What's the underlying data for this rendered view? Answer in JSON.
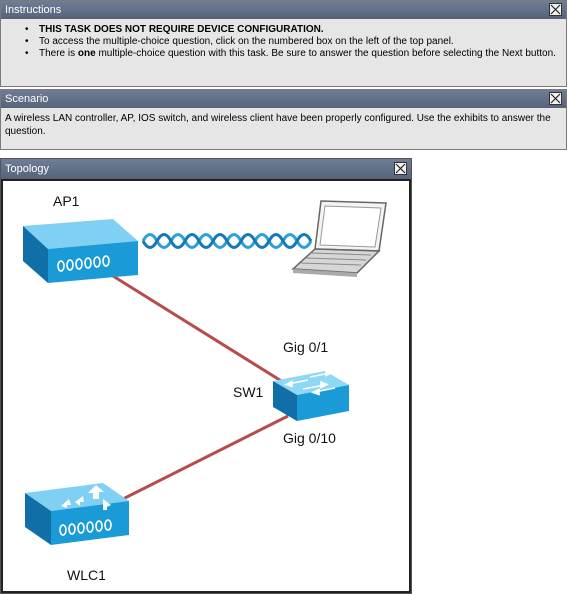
{
  "instructions": {
    "title": "Instructions",
    "items": [
      {
        "bold": "THIS TASK DOES NOT REQUIRE DEVICE CONFIGURATION.",
        "pre": "",
        "post": ""
      },
      {
        "bold": "",
        "pre": "To access the multiple-choice question, click on the numbered box on the left of the top panel.",
        "post": ""
      },
      {
        "bold": "one",
        "pre": "There is ",
        "post": " multiple-choice question with this task. Be sure to answer the question before selecting the Next button."
      }
    ]
  },
  "scenario": {
    "title": "Scenario",
    "text": "A wireless LAN controller, AP, IOS switch, and wireless client have  been properly configured. Use the exhibits to answer the question."
  },
  "topology": {
    "title": "Topology",
    "labels": {
      "ap": "AP1",
      "switch": "SW1",
      "gig01": "Gig 0/1",
      "gig010": "Gig 0/10",
      "wlc": "WLC1"
    }
  },
  "colors": {
    "titlebar": "#5e6c84",
    "panel_bg": "#e6e6e6",
    "device_blue": "#1a9ad6",
    "link_red": "#b84c4c"
  },
  "icons": [
    "close-icon",
    "access-point-icon",
    "switch-icon",
    "wlc-icon",
    "laptop-icon",
    "wireless-link-icon"
  ]
}
